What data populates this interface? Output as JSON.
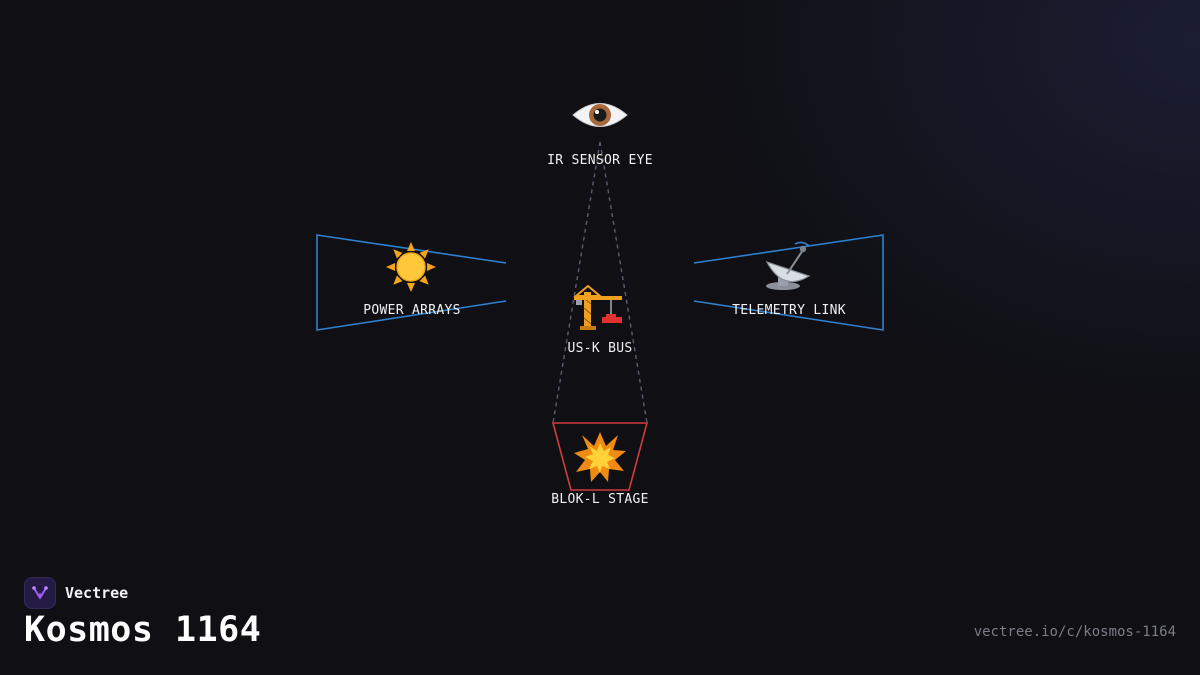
{
  "brand": {
    "name": "Vectree",
    "logo_icon": "vectree-logo-icon",
    "accent": "#a35cf0"
  },
  "title": "Kosmos 1164",
  "url": "vectree.io/c/kosmos-1164",
  "colors": {
    "background": "#0f0f14",
    "arrays_outline": "#2f80d0",
    "stage_outline": "#d23c3c",
    "connector": "#5a5e72"
  },
  "nodes": {
    "ir_sensor_eye": {
      "label": "IR SENSOR EYE",
      "icon": "eye-icon"
    },
    "power_arrays": {
      "label": "POWER ARRAYS",
      "icon": "sun-icon"
    },
    "telemetry_link": {
      "label": "TELEMETRY LINK",
      "icon": "satellite-dish-icon"
    },
    "us_k_bus": {
      "label": "US-K BUS",
      "icon": "construction-crane-icon"
    },
    "blok_l_stage": {
      "label": "BLOK-L STAGE",
      "icon": "explosion-icon"
    }
  }
}
